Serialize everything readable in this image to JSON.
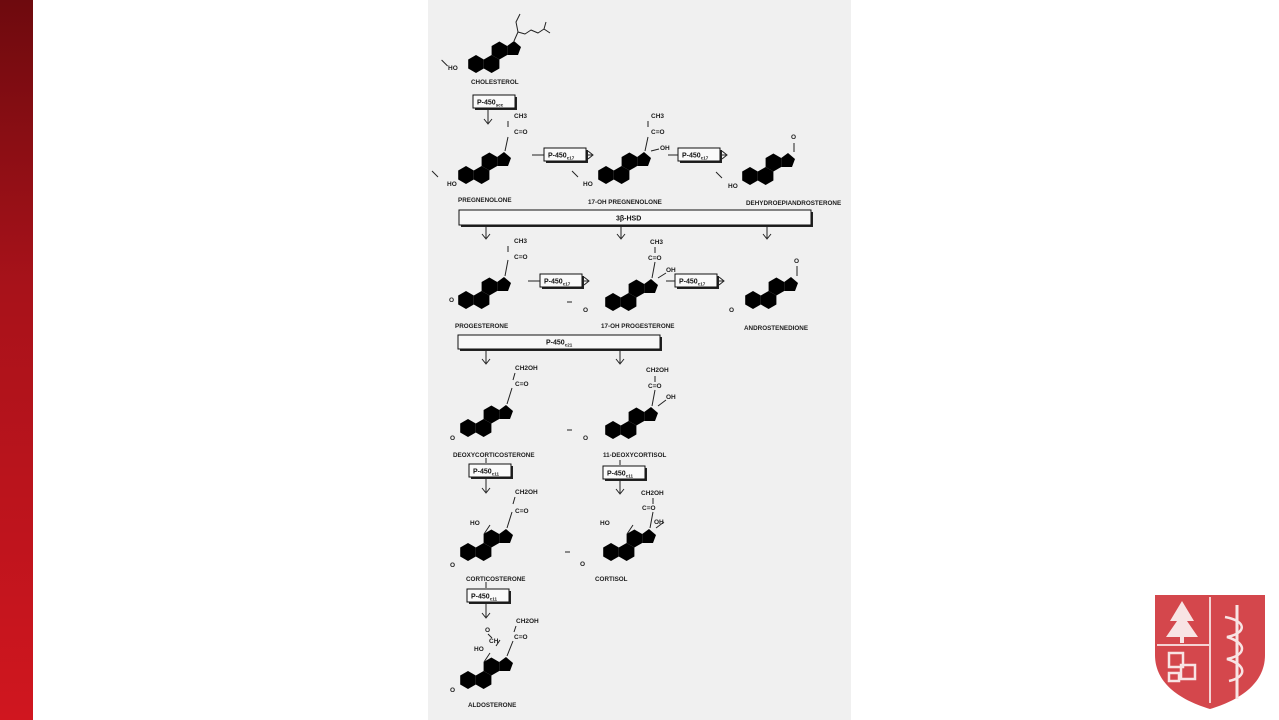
{
  "steroid_pathway": {
    "compounds": [
      {
        "id": "cholesterol",
        "name": "CHOLESTEROL",
        "groups": [
          "HO"
        ]
      },
      {
        "id": "pregnenolone",
        "name": "PREGNENOLONE",
        "groups": [
          "CH3",
          "C=O",
          "HO"
        ]
      },
      {
        "id": "oh17_pregnenolone",
        "name": "17-OH PREGNENOLONE",
        "groups": [
          "CH3",
          "C=O",
          "OH",
          "HO"
        ]
      },
      {
        "id": "dhea",
        "name": "DEHYDROEPIANDROSTERONE",
        "groups": [
          "O",
          "HO"
        ]
      },
      {
        "id": "progesterone",
        "name": "PROGESTERONE",
        "groups": [
          "CH3",
          "C=O",
          "O"
        ]
      },
      {
        "id": "oh17_progesterone",
        "name": "17-OH PROGESTERONE",
        "groups": [
          "CH3",
          "C=O",
          "OH",
          "O"
        ]
      },
      {
        "id": "androstenedione",
        "name": "ANDROSTENEDIONE",
        "groups": [
          "O",
          "O"
        ]
      },
      {
        "id": "deoxycorticosterone",
        "name": "DEOXYCORTICOSTERONE",
        "groups": [
          "CH2OH",
          "C=O",
          "O"
        ]
      },
      {
        "id": "deoxycortisol",
        "name": "11-DEOXYCORTISOL",
        "groups": [
          "CH2OH",
          "C=O",
          "OH",
          "O"
        ]
      },
      {
        "id": "corticosterone",
        "name": "CORTICOSTERONE",
        "groups": [
          "CH2OH",
          "C=O",
          "HO",
          "O"
        ]
      },
      {
        "id": "cortisol",
        "name": "CORTISOL",
        "groups": [
          "CH2OH",
          "C=O",
          "OH",
          "HO",
          "O"
        ]
      },
      {
        "id": "aldosterone",
        "name": "ALDOSTERONE",
        "groups": [
          "CH2OH",
          "C=O",
          "O",
          "CH",
          "HO",
          "O"
        ]
      }
    ],
    "enzymes": [
      {
        "id": "scc",
        "base": "P-450",
        "sub": "scc"
      },
      {
        "id": "c17_a",
        "base": "P-450",
        "sub": "c17"
      },
      {
        "id": "c17_b",
        "base": "P-450",
        "sub": "c17"
      },
      {
        "id": "hsd",
        "base": "3β-HSD",
        "sub": ""
      },
      {
        "id": "c17_c",
        "base": "P-450",
        "sub": "c17"
      },
      {
        "id": "c17_d",
        "base": "P-450",
        "sub": "c17"
      },
      {
        "id": "c21",
        "base": "P-450",
        "sub": "c21"
      },
      {
        "id": "c11_a",
        "base": "P-450",
        "sub": "c11"
      },
      {
        "id": "c11_b",
        "base": "P-450",
        "sub": "c11"
      },
      {
        "id": "c11_c",
        "base": "P-450",
        "sub": "c11"
      }
    ]
  },
  "colors": {
    "sidebar_dark": "#6e0a0e",
    "sidebar_light": "#d0161f",
    "logo": "#d4474c",
    "figure_bg": "#f0f0f0"
  },
  "logo": {
    "icon": "shield-tree-caduceus-icon"
  }
}
